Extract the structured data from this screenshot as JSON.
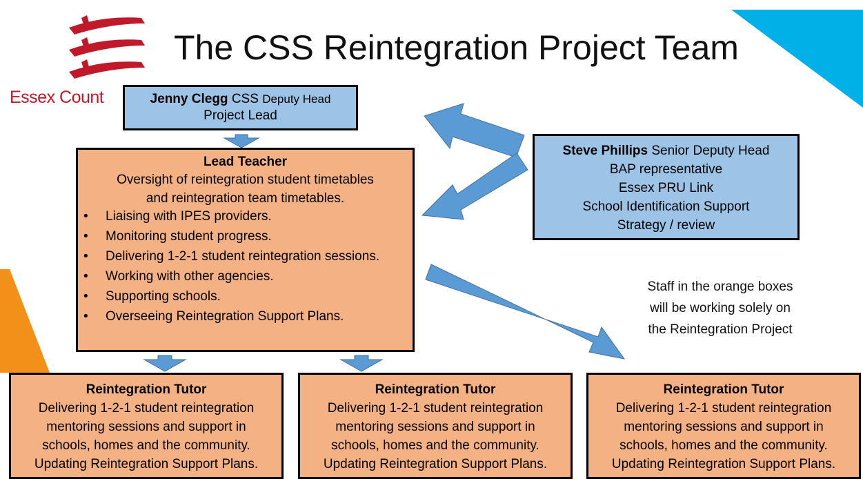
{
  "title": "The CSS Reintegration Project Team",
  "logo": {
    "text": "Essex Count",
    "icon": "essex-seaxes-icon",
    "color": "#c01a2a"
  },
  "colors": {
    "blue_box": "#9dc3e6",
    "orange_box": "#f4b183",
    "arrow": "#5b9bd5",
    "corner_blue": "#00b0e6",
    "corner_orange": "#f39019"
  },
  "jenny": {
    "name": "Jenny Clegg",
    "role": "CSS",
    "role_small": "Deputy Head",
    "line2": "Project Lead"
  },
  "steve": {
    "name": "Steve Phillips",
    "role": "Senior Deputy Head",
    "lines": [
      "BAP representative",
      "Essex PRU Link",
      "School Identification Support",
      "Strategy / review"
    ]
  },
  "lead": {
    "heading": "Lead Teacher",
    "intro_1": "Oversight of reintegration student timetables",
    "intro_2": "and reintegration team timetables.",
    "bullet": "•",
    "bullets": [
      "Liaising with IPES providers.",
      "Monitoring student progress.",
      "Delivering 1-2-1 student reintegration sessions.",
      "Working with other agencies.",
      "Supporting schools.",
      "Overseeing Reintegration Support Plans."
    ]
  },
  "tutors": [
    {
      "heading": "Reintegration Tutor",
      "lines": [
        "Delivering 1-2-1 student reintegration",
        "mentoring sessions and support in",
        "schools, homes and the community.",
        "Updating Reintegration Support Plans."
      ]
    },
    {
      "heading": "Reintegration Tutor",
      "lines": [
        "Delivering 1-2-1 student reintegration",
        "mentoring sessions and support in",
        "schools, homes and the community.",
        "Updating Reintegration Support Plans."
      ]
    },
    {
      "heading": "Reintegration Tutor",
      "lines": [
        "Delivering 1-2-1 student reintegration",
        "mentoring sessions and support in",
        "schools, homes and the community.",
        "Updating Reintegration Support Plans."
      ]
    }
  ],
  "note": {
    "lines": [
      "Staff in the orange boxes",
      "will be working solely on",
      "the Reintegration Project"
    ]
  }
}
